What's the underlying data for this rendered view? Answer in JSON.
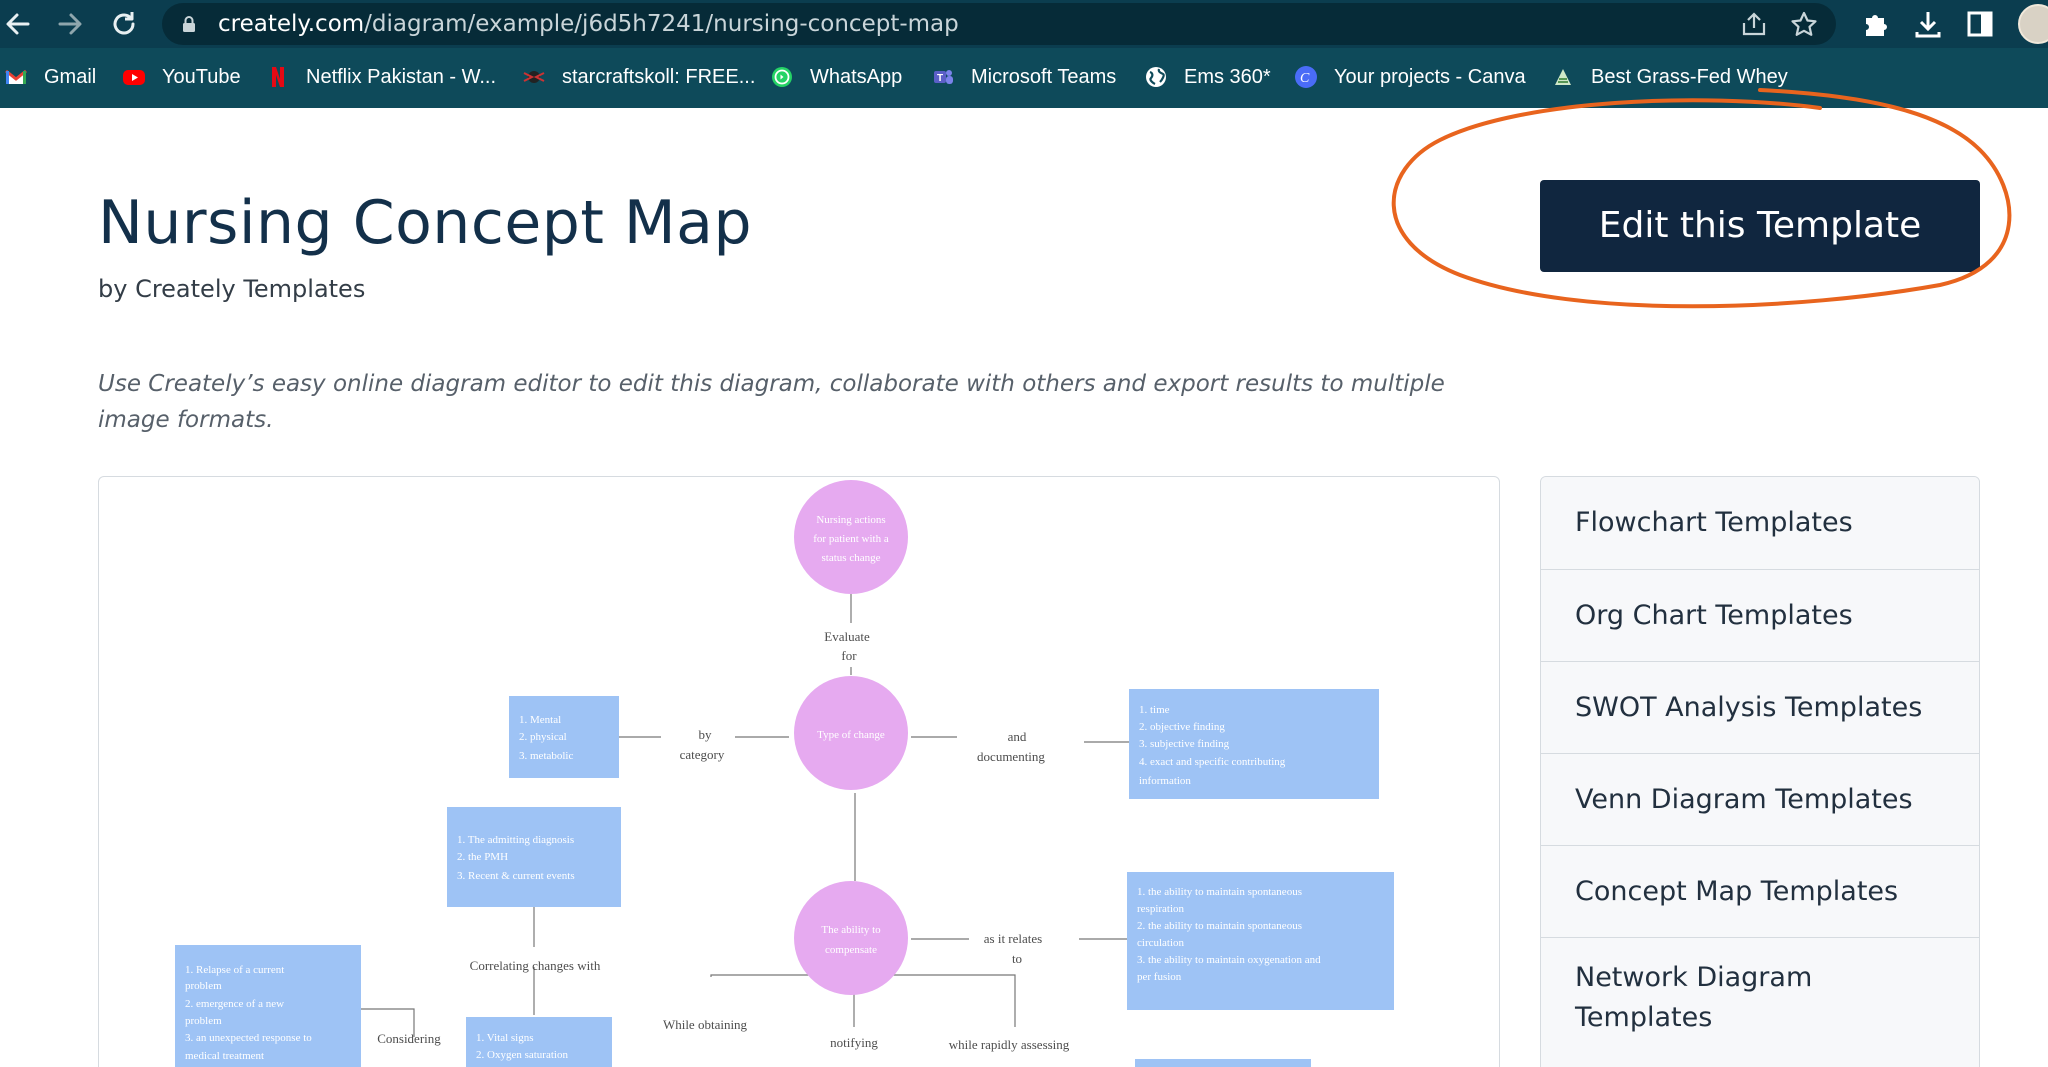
{
  "browser": {
    "url_host": "creately.com",
    "url_path": "/diagram/example/j6d5h7241/nursing-concept-map",
    "icons": [
      "back-arrow-icon",
      "forward-arrow-icon",
      "reload-icon",
      "lock-icon",
      "share-icon",
      "star-icon",
      "puzzle-icon",
      "download-icon",
      "side-panel-icon"
    ],
    "bookmarks": [
      {
        "label": "Gmail",
        "icon": "gmail-icon"
      },
      {
        "label": "YouTube",
        "icon": "youtube-icon"
      },
      {
        "label": "Netflix Pakistan - W...",
        "icon": "netflix-icon"
      },
      {
        "label": "starcraftskoll: FREE...",
        "icon": "starcraft-icon"
      },
      {
        "label": "WhatsApp",
        "icon": "whatsapp-icon"
      },
      {
        "label": "Microsoft Teams",
        "icon": "teams-icon"
      },
      {
        "label": "Ems 360*",
        "icon": "globe-icon"
      },
      {
        "label": "Your projects - Canva",
        "icon": "canva-icon"
      },
      {
        "label": "Best Grass-Fed Whey",
        "icon": "whey-icon"
      }
    ]
  },
  "page": {
    "title": "Nursing Concept Map",
    "byline": "by Creately Templates",
    "description": "Use Creately’s easy online diagram editor to edit this diagram, collaborate with others and export results to multiple image formats.",
    "edit_button": "Edit this Template"
  },
  "diagram": {
    "nodes": {
      "top": [
        "Nursing  actions",
        "for patient  with a",
        "status  change"
      ],
      "middle": "Type of change",
      "lower": [
        "The ability to",
        "compensate"
      ]
    },
    "links": {
      "evaluate": [
        "Evaluate",
        "for"
      ],
      "by_category": [
        "by",
        "category"
      ],
      "and_documenting": [
        "and",
        "documenting"
      ],
      "correlating": "Correlating    changes    with",
      "as_relates": [
        "as  it relates",
        "to"
      ],
      "considering": "Considering",
      "while_obtaining": "While  obtaining",
      "notifying": "notifying",
      "while_assessing": "while  rapidly   assessing"
    },
    "boxes": {
      "category": [
        "1. Mental",
        "2. physical",
        "3. metabolic"
      ],
      "documenting": [
        "1. time",
        "2. objective  finding",
        "3.  subjective  finding",
        "4. exact  and  specific  contributing",
        "information"
      ],
      "admitting": [
        "1. The admitting   diagnosis",
        "2. the  PMH",
        "3. Recent  & current  events"
      ],
      "relates": [
        "1. the  ability to  maintain  spontaneous",
        "respiration",
        "2. the  ability to  maintain  spontaneous",
        "circulation",
        "3. the  ability to  maintain  oxygenation   and",
        "per fusion"
      ],
      "relapse": [
        "1. Relapse  of a current",
        "problem",
        "2. emergence    of a new",
        "problem",
        "3. an unexpected    response   to",
        "medical  treatment"
      ],
      "vitals": [
        "1. Vital signs",
        "2. Oxygen  saturation"
      ]
    }
  },
  "sidebar": {
    "items": [
      "Flowchart Templates",
      "Org Chart Templates",
      "SWOT Analysis Templates",
      "Venn Diagram Templates",
      "Concept Map Templates",
      "Network Diagram Templates"
    ]
  },
  "colors": {
    "chrome": "#0b3d4f",
    "bookmarks_bar": "#0e4a5a",
    "button": "#10263f",
    "annotation": "#e8641e",
    "node_pink": "#e6aaf0",
    "box_blue": "#9ec3f5"
  }
}
